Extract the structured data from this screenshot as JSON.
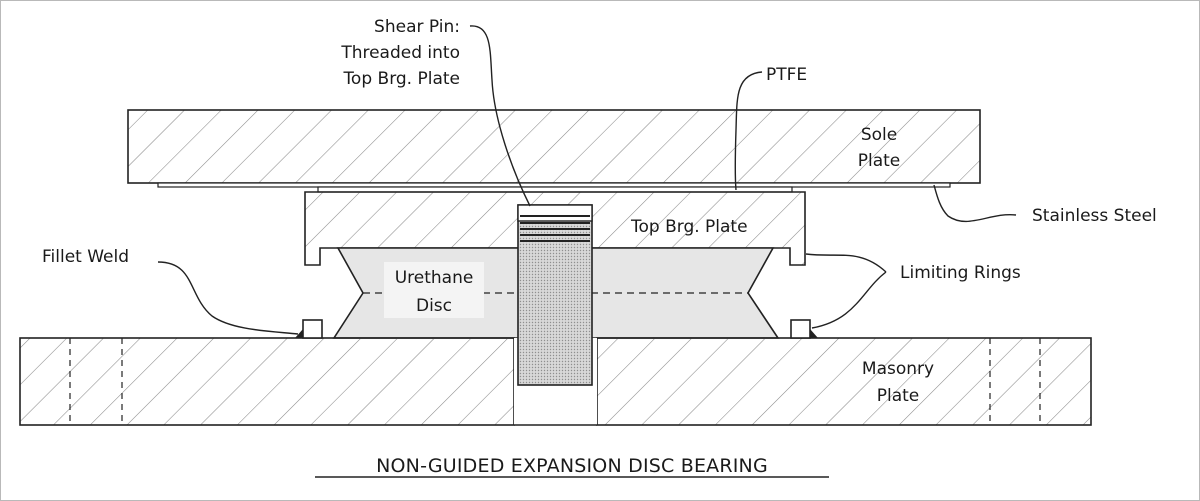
{
  "title": "NON-GUIDED EXPANSION DISC BEARING",
  "labels": {
    "shear_pin_line1": "Shear Pin:",
    "shear_pin_line2": "Threaded into",
    "shear_pin_line3": "Top Brg. Plate",
    "ptfe": "PTFE",
    "sole_plate_line1": "Sole",
    "sole_plate_line2": "Plate",
    "stainless_steel": "Stainless Steel",
    "top_brg_plate": "Top Brg. Plate",
    "fillet_weld": "Fillet Weld",
    "limiting_rings": "Limiting Rings",
    "urethane_line1": "Urethane",
    "urethane_line2": "Disc",
    "masonry_plate_line1": "Masonry",
    "masonry_plate_line2": "Plate"
  },
  "colors": {
    "line": "#222222",
    "hatch": "#8a8a8a",
    "disc_fill": "#e6e6e6",
    "pin_fill": "#cfcfcf",
    "border": "#b9b9b9"
  }
}
